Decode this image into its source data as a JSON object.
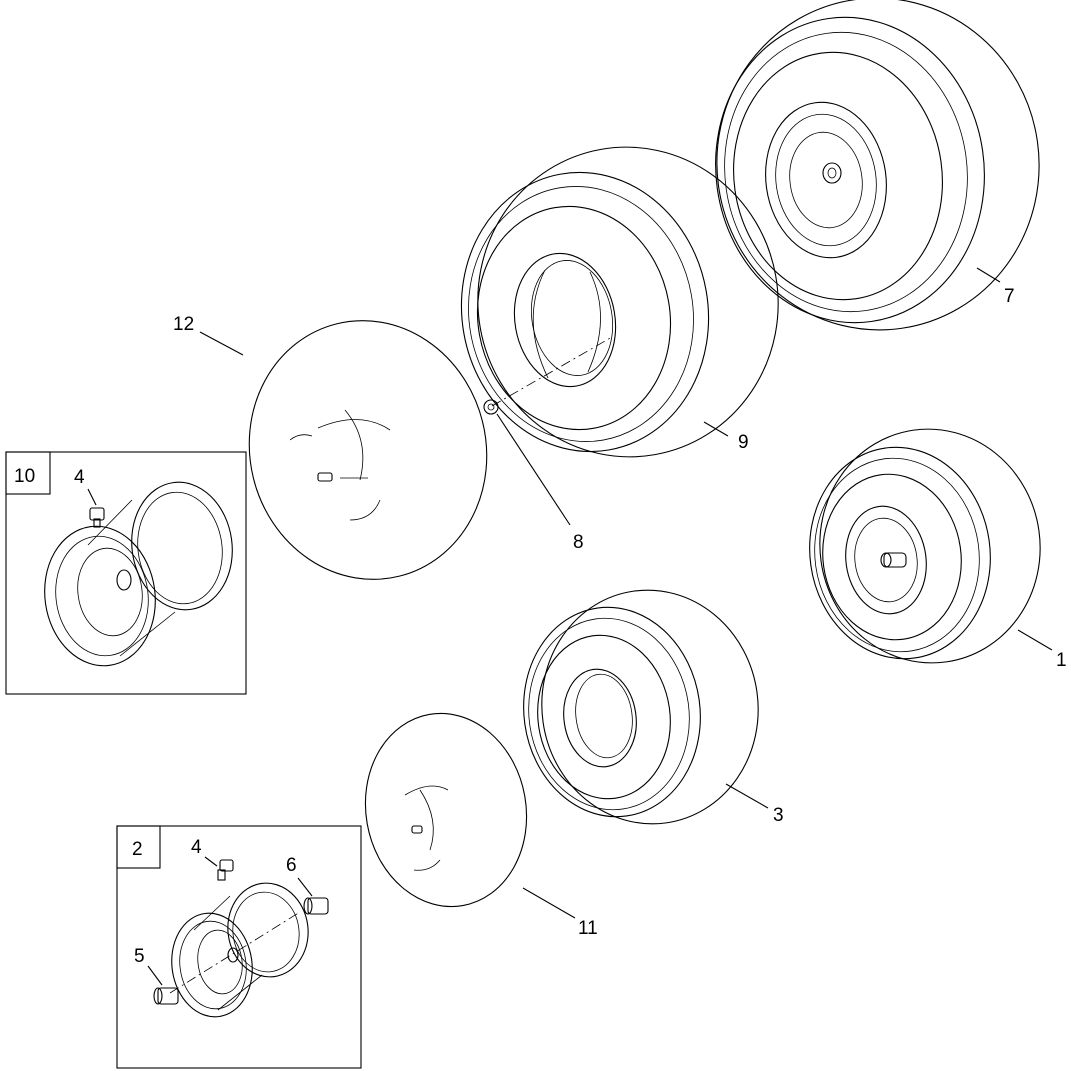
{
  "diagram": {
    "callouts": {
      "c1": "1",
      "c2": "2",
      "c3": "3",
      "c4a": "4",
      "c4b": "4",
      "c5": "5",
      "c6": "6",
      "c7": "7",
      "c8": "8",
      "c9": "9",
      "c10": "10",
      "c11": "11",
      "c12": "12"
    }
  }
}
